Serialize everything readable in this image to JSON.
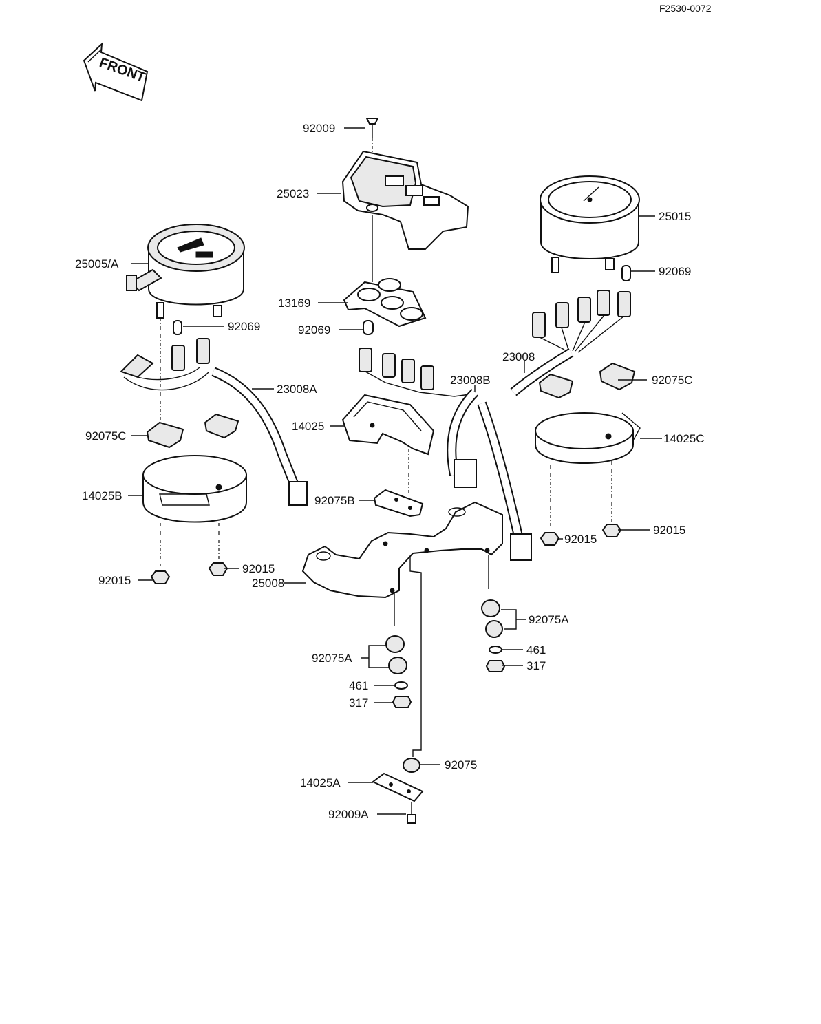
{
  "doc_code": "F2530-0072",
  "front_label": "FRONT",
  "parts": [
    {
      "id": "p01",
      "label": "92009"
    },
    {
      "id": "p02",
      "label": "25023"
    },
    {
      "id": "p03",
      "label": "25015"
    },
    {
      "id": "p04",
      "label": "25005/A"
    },
    {
      "id": "p05",
      "label": "92069"
    },
    {
      "id": "p06",
      "label": "13169"
    },
    {
      "id": "p07",
      "label": "92069"
    },
    {
      "id": "p08",
      "label": "92069"
    },
    {
      "id": "p09",
      "label": "23008"
    },
    {
      "id": "p10",
      "label": "23008A"
    },
    {
      "id": "p11",
      "label": "23008B"
    },
    {
      "id": "p12",
      "label": "92075C"
    },
    {
      "id": "p13",
      "label": "14025"
    },
    {
      "id": "p14",
      "label": "14025C"
    },
    {
      "id": "p15",
      "label": "92075C"
    },
    {
      "id": "p16",
      "label": "14025B"
    },
    {
      "id": "p17",
      "label": "92075B"
    },
    {
      "id": "p18",
      "label": "92015"
    },
    {
      "id": "p19",
      "label": "92015"
    },
    {
      "id": "p20",
      "label": "92015"
    },
    {
      "id": "p21",
      "label": "92015"
    },
    {
      "id": "p22",
      "label": "25008"
    },
    {
      "id": "p23",
      "label": "92075A"
    },
    {
      "id": "p24",
      "label": "92075A"
    },
    {
      "id": "p25",
      "label": "461"
    },
    {
      "id": "p26",
      "label": "317"
    },
    {
      "id": "p27",
      "label": "461"
    },
    {
      "id": "p28",
      "label": "317"
    },
    {
      "id": "p29",
      "label": "92075"
    },
    {
      "id": "p30",
      "label": "14025A"
    },
    {
      "id": "p31",
      "label": "92009A"
    }
  ]
}
